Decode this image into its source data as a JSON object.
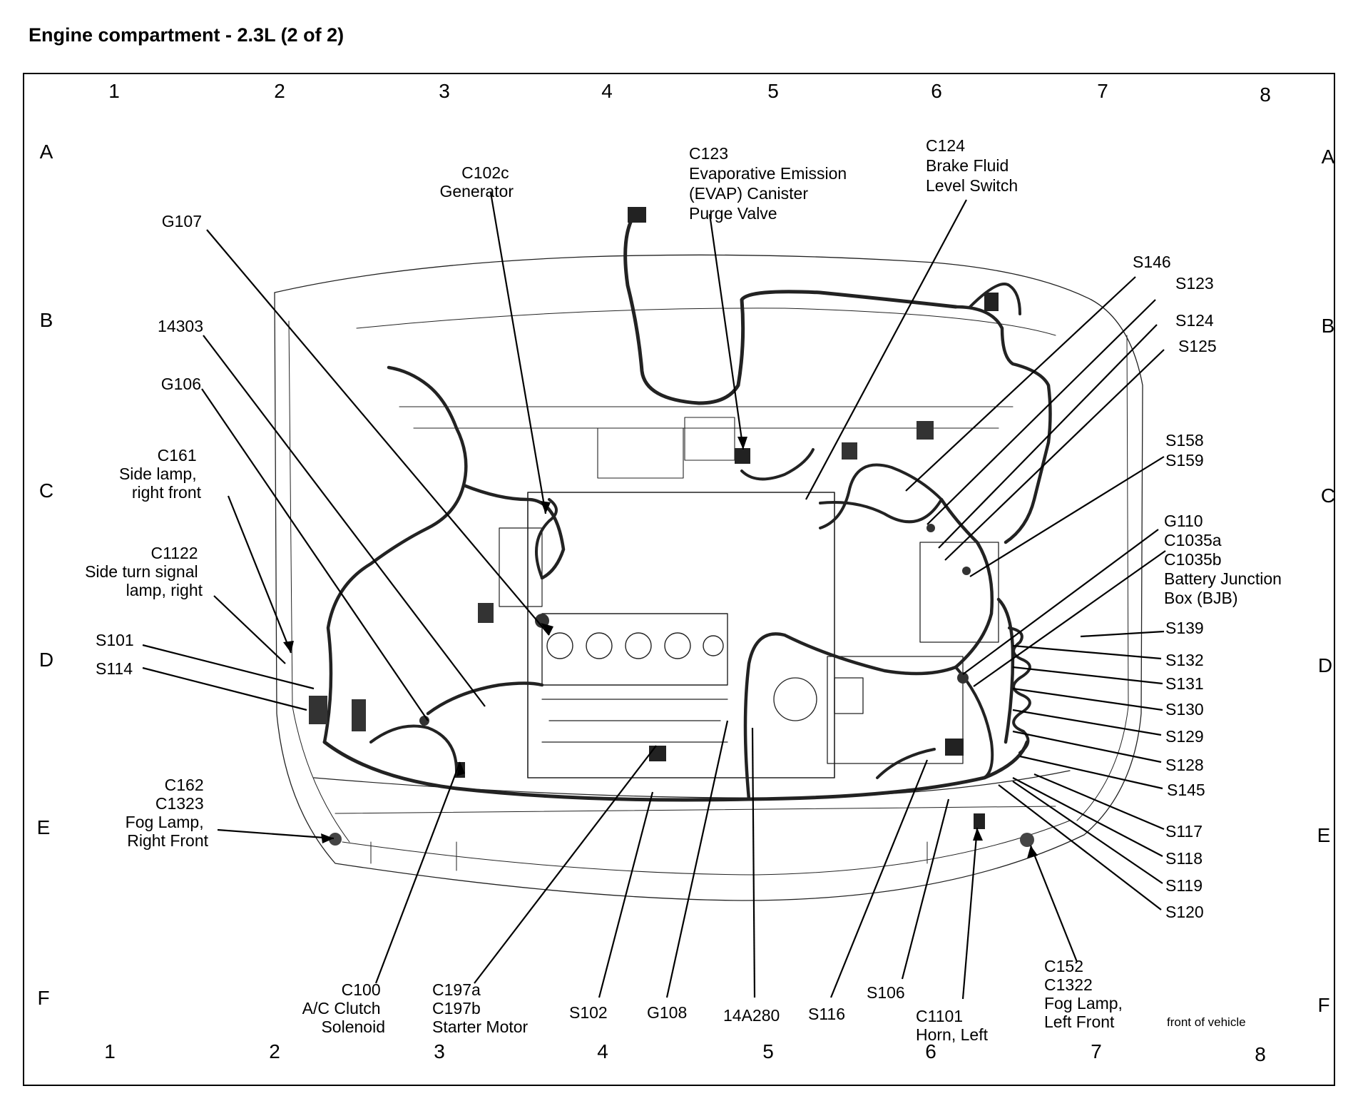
{
  "title": "Engine compartment - 2.3L (2 of 2)",
  "grid": {
    "columns": [
      "1",
      "2",
      "3",
      "4",
      "5",
      "6",
      "7",
      "8"
    ],
    "rows": [
      "A",
      "B",
      "C",
      "D",
      "E",
      "F"
    ]
  },
  "labels": [
    {
      "id": "g107",
      "lines": [
        "G107"
      ]
    },
    {
      "id": "c102c",
      "lines": [
        "C102c",
        "Generator"
      ]
    },
    {
      "id": "c123",
      "lines": [
        "C123",
        "Evaporative Emission",
        "(EVAP) Canister",
        "Purge Valve"
      ]
    },
    {
      "id": "c124",
      "lines": [
        "C124",
        "Brake Fluid",
        "Level Switch"
      ]
    },
    {
      "id": "s146",
      "lines": [
        "S146"
      ]
    },
    {
      "id": "s123",
      "lines": [
        "S123"
      ]
    },
    {
      "id": "s124",
      "lines": [
        "S124"
      ]
    },
    {
      "id": "s125",
      "lines": [
        "S125"
      ]
    },
    {
      "id": "l14303",
      "lines": [
        "14303"
      ]
    },
    {
      "id": "g106",
      "lines": [
        "G106"
      ]
    },
    {
      "id": "c161",
      "lines": [
        "C161",
        "Side lamp,",
        "right front"
      ]
    },
    {
      "id": "c1122",
      "lines": [
        "C1122",
        "Side turn signal",
        "lamp, right"
      ]
    },
    {
      "id": "s101",
      "lines": [
        "S101"
      ]
    },
    {
      "id": "s114",
      "lines": [
        "S114"
      ]
    },
    {
      "id": "s158",
      "lines": [
        "S158",
        "S159"
      ]
    },
    {
      "id": "g110",
      "lines": [
        "G110",
        "C1035a",
        "C1035b",
        "Battery Junction",
        "Box (BJB)"
      ]
    },
    {
      "id": "s139",
      "lines": [
        "S139"
      ]
    },
    {
      "id": "s132",
      "lines": [
        "S132"
      ]
    },
    {
      "id": "s131",
      "lines": [
        "S131"
      ]
    },
    {
      "id": "s130",
      "lines": [
        "S130"
      ]
    },
    {
      "id": "s129",
      "lines": [
        "S129"
      ]
    },
    {
      "id": "s128",
      "lines": [
        "S128"
      ]
    },
    {
      "id": "s145",
      "lines": [
        "S145"
      ]
    },
    {
      "id": "s117",
      "lines": [
        "S117"
      ]
    },
    {
      "id": "s118",
      "lines": [
        "S118"
      ]
    },
    {
      "id": "s119",
      "lines": [
        "S119"
      ]
    },
    {
      "id": "s120",
      "lines": [
        "S120"
      ]
    },
    {
      "id": "c162",
      "lines": [
        "C162",
        "C1323",
        "Fog Lamp,",
        "Right Front"
      ]
    },
    {
      "id": "c100",
      "lines": [
        "C100",
        "A/C Clutch",
        "Solenoid"
      ]
    },
    {
      "id": "c197",
      "lines": [
        "C197a",
        "C197b",
        "Starter Motor"
      ]
    },
    {
      "id": "s102",
      "lines": [
        "S102"
      ]
    },
    {
      "id": "g108",
      "lines": [
        "G108"
      ]
    },
    {
      "id": "l14a280",
      "lines": [
        "14A280"
      ]
    },
    {
      "id": "s116",
      "lines": [
        "S116"
      ]
    },
    {
      "id": "s106",
      "lines": [
        "S106"
      ]
    },
    {
      "id": "c1101",
      "lines": [
        "C1101",
        "Horn, Left"
      ]
    },
    {
      "id": "c152",
      "lines": [
        "C152",
        "C1322",
        "Fog Lamp,",
        "Left Front"
      ]
    }
  ],
  "footnote": "front of vehicle"
}
